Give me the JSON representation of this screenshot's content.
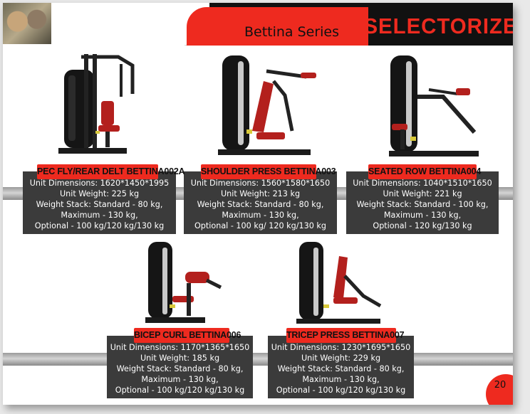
{
  "header": {
    "series": "Bettina Series",
    "brand": "SELECTORIZE"
  },
  "colors": {
    "accent": "#ee2a1f",
    "panel": "#3b3b3b",
    "dark": "#111111"
  },
  "products": [
    {
      "title": "PEC FLY/REAR DELT BETTINA002A",
      "specs": [
        "Unit Dimensions: 1620*1450*1995",
        "Unit Weight: 225 kg",
        "Weight Stack: Standard - 80 kg,",
        "Maximum - 130 kg,",
        "Optional - 100 kg/120 kg/130 kg"
      ]
    },
    {
      "title": "SHOULDER PRESS BETTINA003",
      "specs": [
        "Unit Dimensions: 1560*1580*1650",
        "Unit Weight: 213 kg",
        "Weight Stack: Standard - 80 kg,",
        "Maximum - 130 kg,",
        "Optional - 100 kg/ 120 kg/130 kg"
      ]
    },
    {
      "title": "SEATED ROW BETTINA004",
      "specs": [
        "Unit Dimensions: 1040*1510*1650",
        "Unit Weight: 221 kg",
        "Weight Stack: Standard - 100 kg,",
        "Maximum - 130 kg,",
        "Optional - 120 kg/130 kg"
      ]
    },
    {
      "title": "BICEP CURL BETTINA006",
      "specs": [
        "Unit Dimensions: 1170*1365*1650",
        "Unit Weight: 185 kg",
        "Weight Stack: Standard - 80 kg,",
        "Maximum - 130 kg,",
        "Optional - 100 kg/120 kg/130 kg"
      ]
    },
    {
      "title": "TRICEP PRESS BETTINA007",
      "specs": [
        "Unit Dimensions: 1230*1695*1650",
        "Unit Weight: 229 kg",
        "Weight Stack: Standard - 80 kg,",
        "Maximum - 130 kg,",
        "Optional - 100 kg/120 kg/130 kg"
      ]
    }
  ],
  "page_number": "20"
}
